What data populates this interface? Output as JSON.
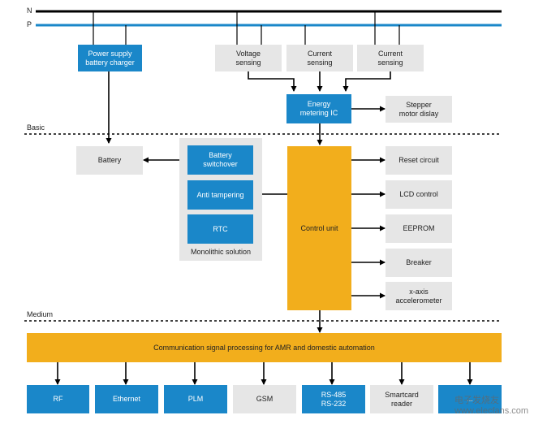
{
  "rails": {
    "n_label": "N",
    "p_label": "P"
  },
  "sections": {
    "basic": "Basic",
    "medium": "Medium"
  },
  "blocks": {
    "power_supply": "Power supply\nbattery charger",
    "voltage_sensing": "Voltage\nsensing",
    "current_sensing_1": "Current\nsensing",
    "current_sensing_2": "Current\nsensing",
    "energy_ic": "Energy\nmetering IC",
    "stepper": "Stepper\nmotor dislay",
    "battery": "Battery",
    "battery_switchover": "Battery\nswitchover",
    "anti_tampering": "Anti tampering",
    "rtc": "RTC",
    "monolithic": "Monolithic solution",
    "control_unit": "Control unit",
    "reset": "Reset circuit",
    "lcd": "LCD control",
    "eeprom": "EEPROM",
    "breaker": "Breaker",
    "accelerometer": "x-axis\naccelerometer",
    "comm": "Communication signal processing for AMR and domestic automation"
  },
  "bottom": {
    "rf": "RF",
    "ethernet": "Ethernet",
    "plm": "PLM",
    "gsm": "GSM",
    "rs": "RS-485\nRS-232",
    "smartcard": "Smartcard\nreader",
    "last": "..."
  },
  "watermark": "电子发烧友  www.elecfans.com",
  "colors": {
    "blue": "#1a87c9",
    "gray": "#e6e6e6",
    "orange": "#f2ae1c",
    "black": "#000000"
  }
}
